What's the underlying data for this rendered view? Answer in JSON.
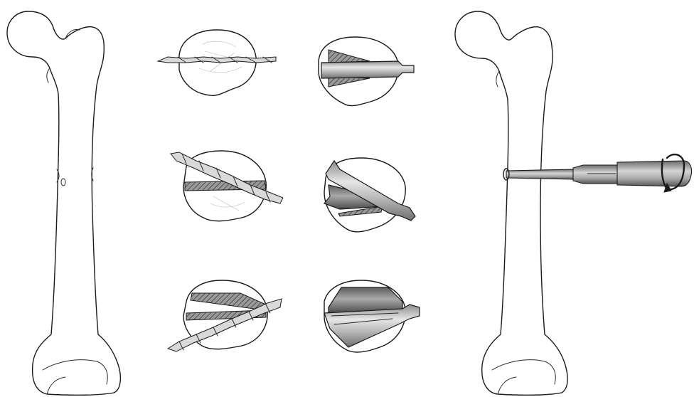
{
  "figure": {
    "panels": [
      {
        "id": "femur-left",
        "depicts": "femur-intact"
      },
      {
        "id": "wire-sequence",
        "steps": 3,
        "depicts": "twisted-wire-cross-sections"
      },
      {
        "id": "osteotome-sequence",
        "steps": 3,
        "depicts": "osteotome-cross-sections"
      },
      {
        "id": "femur-right",
        "depicts": "femur-with-rotating-instrument"
      }
    ],
    "colors": {
      "ink": "#1a1a1a",
      "shade-light": "#d9d9d9",
      "shade-dark": "#8e8e8e",
      "background": "#ffffff"
    },
    "icons": [
      "rotation-arrow-icon"
    ]
  }
}
